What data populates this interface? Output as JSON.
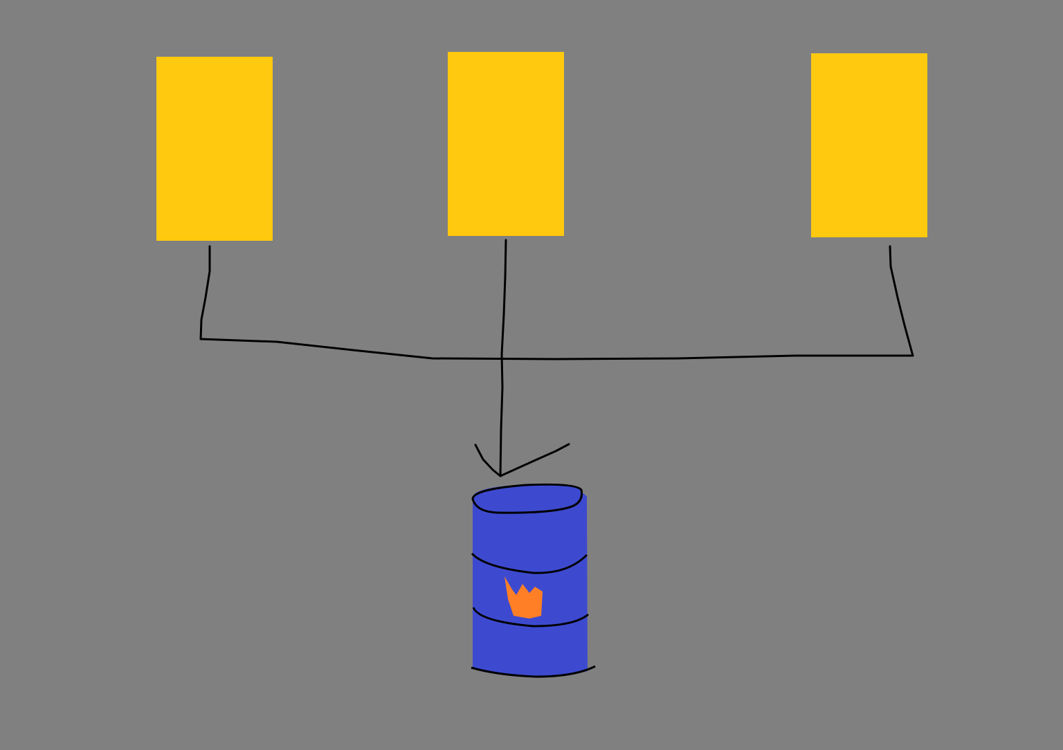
{
  "colors": {
    "background": "#808080",
    "node_fill": "#fec90f",
    "connector": "#000000",
    "database_fill": "#3d4acf",
    "database_outline": "#000000",
    "flame": "#ff7f27"
  },
  "nodes": [
    {
      "id": "node-left",
      "shape": "rectangle"
    },
    {
      "id": "node-center",
      "shape": "rectangle"
    },
    {
      "id": "node-right",
      "shape": "rectangle"
    }
  ],
  "database": {
    "shape": "barrel",
    "icon": "flame-icon"
  },
  "edges": [
    {
      "from": "node-left",
      "to": "database",
      "arrow": true
    },
    {
      "from": "node-center",
      "to": "database",
      "arrow": true
    },
    {
      "from": "node-right",
      "to": "database",
      "arrow": true
    }
  ]
}
